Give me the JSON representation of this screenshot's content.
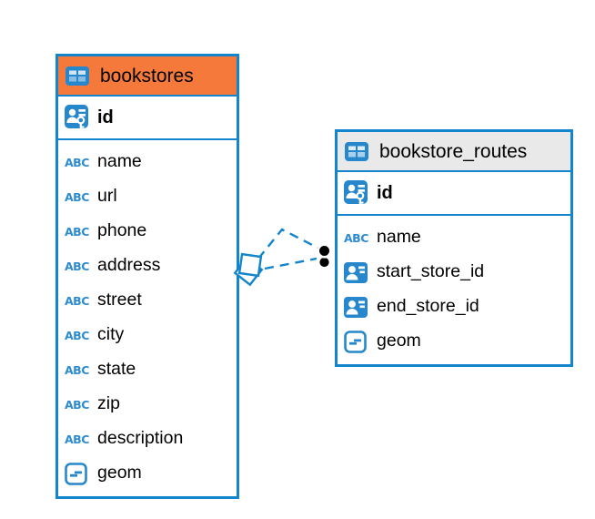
{
  "colors": {
    "background": "#FFFFFF",
    "table_border": "#1385CC",
    "bookstores_header_bg": "#F5793B",
    "bookstore_routes_header_bg": "#E9E9E9",
    "icon_blue": "#2E8CCF",
    "relation_line": "#1385CC",
    "relation_dot": "#000000",
    "text": "#000000"
  },
  "icon_glyphs": {
    "text_type": "ABC"
  },
  "tables": [
    {
      "id": "bookstores",
      "name": "bookstores",
      "header_bg": "#F5793B",
      "keys": [
        {
          "name": "id",
          "type": "pk"
        }
      ],
      "columns": [
        {
          "name": "name",
          "type": "abc"
        },
        {
          "name": "url",
          "type": "abc"
        },
        {
          "name": "phone",
          "type": "abc"
        },
        {
          "name": "address",
          "type": "abc"
        },
        {
          "name": "street",
          "type": "abc"
        },
        {
          "name": "city",
          "type": "abc"
        },
        {
          "name": "state",
          "type": "abc"
        },
        {
          "name": "zip",
          "type": "abc"
        },
        {
          "name": "description",
          "type": "abc"
        },
        {
          "name": "geom",
          "type": "geom"
        }
      ]
    },
    {
      "id": "bookstore_routes",
      "name": "bookstore_routes",
      "header_bg": "#E9E9E9",
      "keys": [
        {
          "name": "id",
          "type": "pk"
        }
      ],
      "columns": [
        {
          "name": "name",
          "type": "abc"
        },
        {
          "name": "start_store_id",
          "type": "fk"
        },
        {
          "name": "end_store_id",
          "type": "fk"
        },
        {
          "name": "geom",
          "type": "geom"
        }
      ]
    }
  ],
  "relations": [
    {
      "from_table": "bookstore_routes",
      "to_table": "bookstores",
      "line_style": "dashed",
      "visible_links": 2,
      "marker_at_bookstores": "white diamond",
      "marker_at_bookstore_routes": "filled black dots"
    }
  ]
}
